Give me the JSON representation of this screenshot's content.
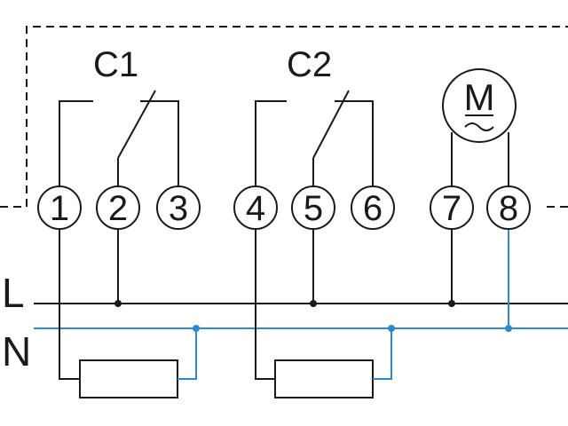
{
  "colors": {
    "line": "#1a1a1a",
    "neutral": "#2b8ad1",
    "background": "#ffffff"
  },
  "contacts": [
    {
      "id": "c1",
      "label": "C1"
    },
    {
      "id": "c2",
      "label": "C2"
    }
  ],
  "motor": {
    "label": "M",
    "symbol": "~"
  },
  "terminals": [
    "1",
    "2",
    "3",
    "4",
    "5",
    "6",
    "7",
    "8"
  ],
  "rails": {
    "live": "L",
    "neutral": "N"
  }
}
